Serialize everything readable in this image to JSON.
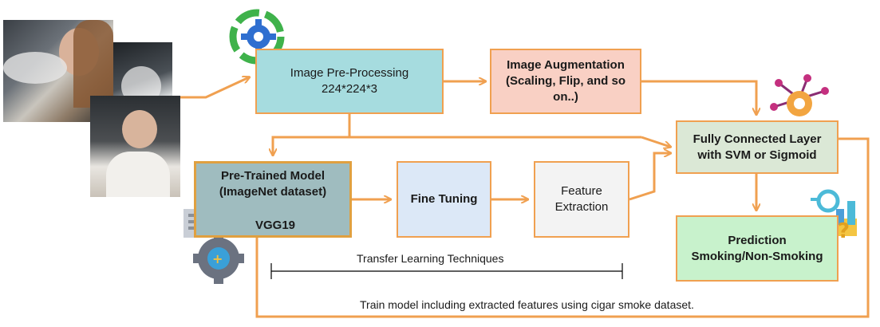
{
  "boxes": {
    "preprocessing": {
      "line1": "Image Pre-Processing",
      "line2": "224*224*3"
    },
    "augmentation": {
      "line1": "Image Augmentation",
      "line2": "(Scaling, Flip, and so",
      "line3": "on..)"
    },
    "fully_connected": {
      "line1": "Fully Connected Layer",
      "line2": "with SVM or Sigmoid"
    },
    "pretrained": {
      "line1": "Pre-Trained Model",
      "line2": "(ImageNet dataset)",
      "model": "VGG19"
    },
    "fine_tuning": {
      "label": "Fine Tuning"
    },
    "feature_extraction": {
      "line1": "Feature",
      "line2": "Extraction"
    },
    "prediction": {
      "line1": "Prediction",
      "line2": "Smoking/Non-Smoking"
    }
  },
  "annotations": {
    "transfer": "Transfer Learning Techniques",
    "train": "Train model including extracted features using cigar smoke dataset."
  },
  "colors": {
    "arrow": "#f0a050",
    "preprocessing": "#a6dcdf",
    "augmentation": "#f9d0c4",
    "fully_connected": "#dbe8d6",
    "pretrained": "#9fbcbf",
    "fine_tuning": "#dce8f7",
    "feature_extraction": "#f3f3f3",
    "prediction": "#c8f2cc"
  },
  "icons": [
    "gear-cycle-icon",
    "network-gear-icon",
    "analytics-icon",
    "model-gear-icon"
  ],
  "images": [
    "smoking-photo-car",
    "smoking-photo-smoke",
    "smoking-photo-vape"
  ]
}
